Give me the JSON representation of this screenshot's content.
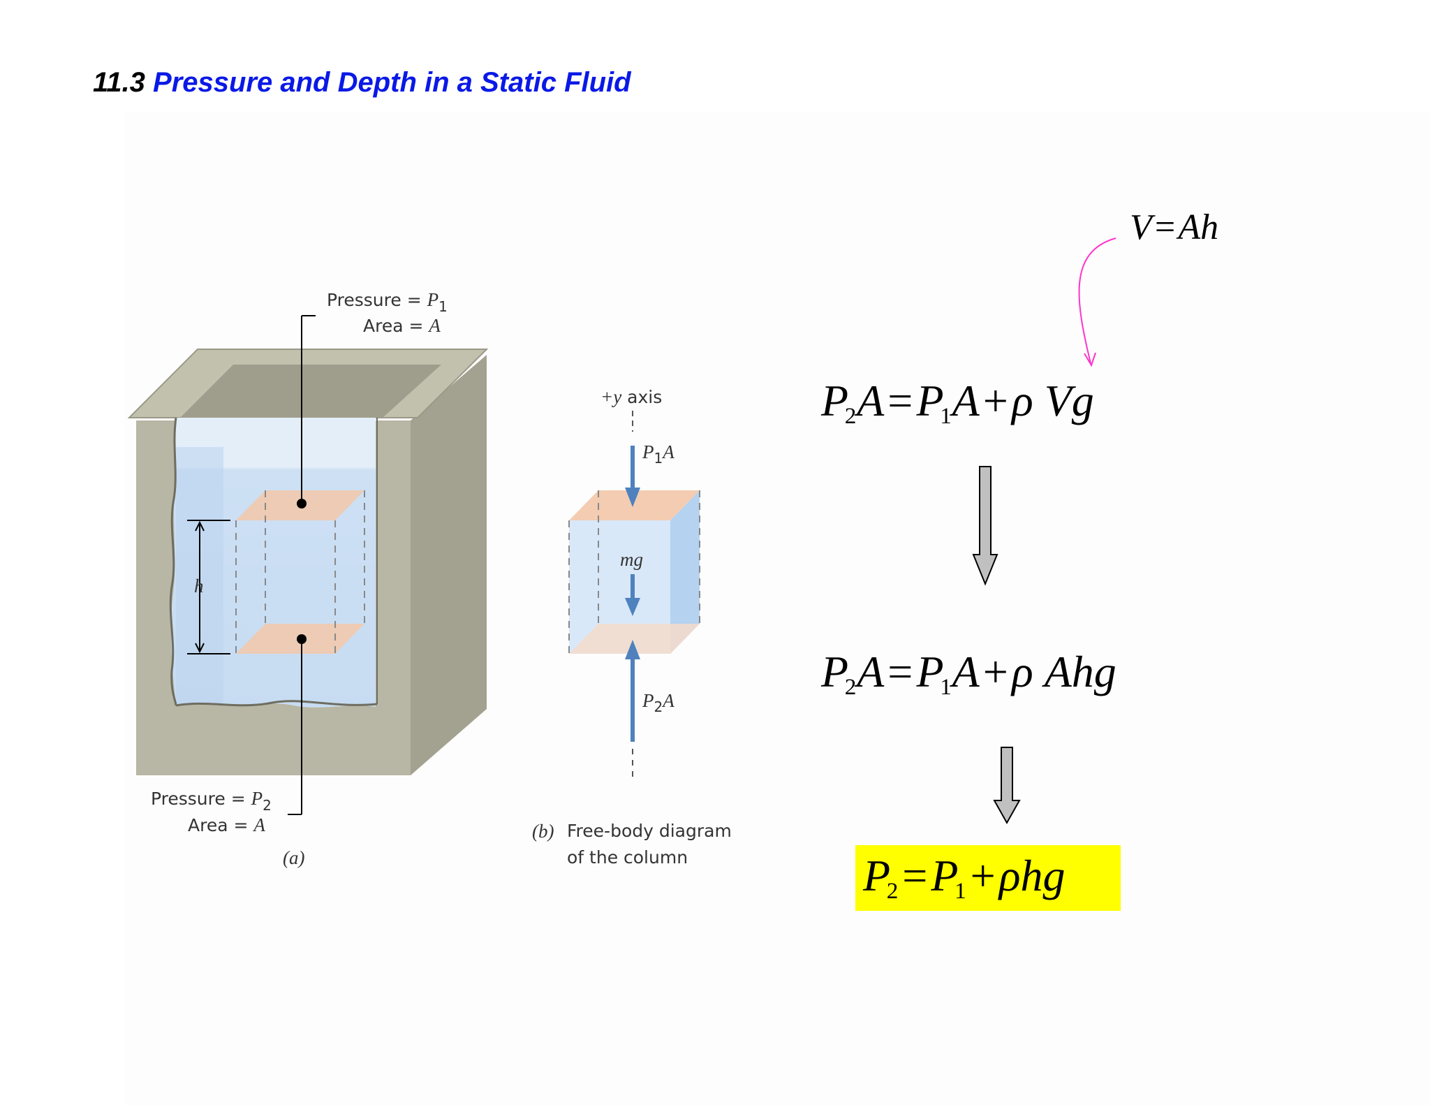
{
  "title": {
    "number": "11.3",
    "text": "Pressure and Depth in a Static Fluid"
  },
  "figure_a": {
    "top_label_line1": "Pressure = ",
    "top_label_symbol": "P",
    "top_label_sub": "1",
    "top_label_line2_prefix": "Area = ",
    "top_label_line2_symbol": "A",
    "bottom_label_line1": "Pressure = ",
    "bottom_label_symbol": "P",
    "bottom_label_sub": "2",
    "bottom_label_line2_prefix": "Area = ",
    "bottom_label_line2_symbol": "A",
    "height_label": "h",
    "caption": "(a)"
  },
  "figure_b": {
    "axis_label_math": "+y",
    "axis_label_text": " axis",
    "top_force_symbol": "P",
    "top_force_sub": "1",
    "top_force_suffix": "A",
    "weight_label": "mg",
    "bottom_force_symbol": "P",
    "bottom_force_sub": "2",
    "bottom_force_suffix": "A",
    "caption_letter": "(b)",
    "caption_line1": "Free-body diagram",
    "caption_line2": "of the column"
  },
  "equations": {
    "volume": {
      "lhs": "V",
      "eq": "=",
      "rhs": "Ah"
    },
    "step1": {
      "p2": "P",
      "p2_sub": "2",
      "a1": "A",
      "eq": "=",
      "p1": "P",
      "p1_sub": "1",
      "a2": "A",
      "plus": "+",
      "rho": "ρ",
      "tail": "Vg"
    },
    "step2": {
      "p2": "P",
      "p2_sub": "2",
      "a1": "A",
      "eq": "=",
      "p1": "P",
      "p1_sub": "1",
      "a2": "A",
      "plus": "+",
      "rho": "ρ",
      "tail": "Ahg"
    },
    "result": {
      "p2": "P",
      "p2_sub": "2",
      "eq": "=",
      "p1": "P",
      "p1_sub": "1",
      "plus": "+",
      "rho": "ρ",
      "tail": "hg"
    }
  },
  "colors": {
    "title_number": "#000000",
    "title_text": "#0a19e6",
    "highlight": "#ffff00",
    "annotation_arrow": "#ff33cc",
    "force_arrow": "#4f81bd",
    "step_arrow": "#c0c0c0"
  }
}
